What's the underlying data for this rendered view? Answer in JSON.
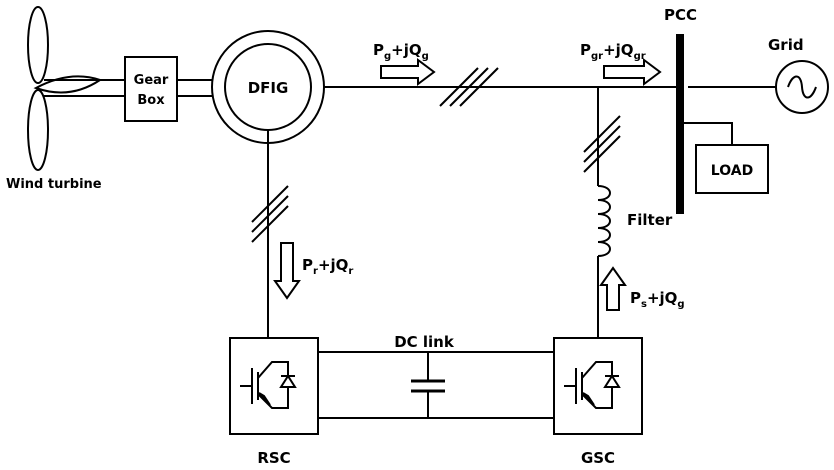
{
  "diagram": {
    "wind_turbine_label": "Wind turbine",
    "gearbox_label_line1": "Gear",
    "gearbox_label_line2": "Box",
    "generator_label": "DFIG",
    "pcc_label": "PCC",
    "grid_label": "Grid",
    "load_label": "LOAD",
    "filter_label": "Filter",
    "dc_link_label": "DC link",
    "rsc_label": "RSC",
    "gsc_label": "GSC",
    "flow_stator": {
      "p": "P",
      "p_sub": "g",
      "mid": "+jQ",
      "q_sub": "g"
    },
    "flow_grid": {
      "p": "P",
      "p_sub": "gr",
      "mid": "+jQ",
      "q_sub": "gr"
    },
    "flow_rotor": {
      "p": "P",
      "p_sub": "r",
      "mid": "+jQ",
      "q_sub": "r"
    },
    "flow_filter": {
      "p": "P",
      "p_sub": "s",
      "mid": "+jQ",
      "q_sub": "g"
    }
  }
}
